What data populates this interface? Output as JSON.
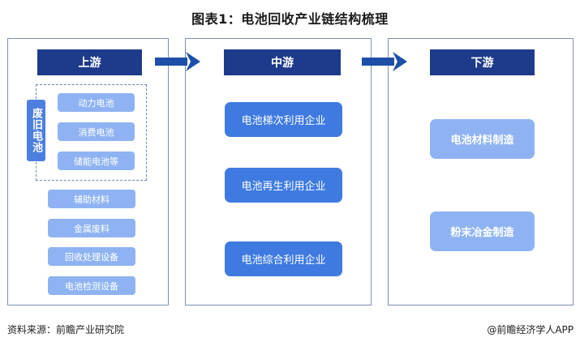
{
  "title": "图表1：电池回收产业链结构梳理",
  "stages": {
    "upstream": "上游",
    "midstream": "中游",
    "downstream": "下游"
  },
  "upstream": {
    "waste_battery_label": "废旧电池",
    "waste_battery_items": [
      "动力电池",
      "消费电池",
      "储能电池等"
    ],
    "other_items": [
      "辅助材料",
      "金属废料",
      "回收处理设备",
      "电池检测设备"
    ]
  },
  "midstream": {
    "items": [
      "电池梯次利用企业",
      "电池再生利用企业",
      "电池综合利用企业"
    ]
  },
  "downstream": {
    "items": [
      "电池材料制造",
      "粉末冶金制造"
    ]
  },
  "footer": {
    "source": "资料来源：前瞻产业研究院",
    "brand": "@前瞻经济学人APP"
  },
  "colors": {
    "header_navy": "#1e3a8a",
    "mid_blue": "#3f7ae0",
    "light_blue": "#8fb3f2",
    "arrow_blue": "#1e4fa8"
  }
}
